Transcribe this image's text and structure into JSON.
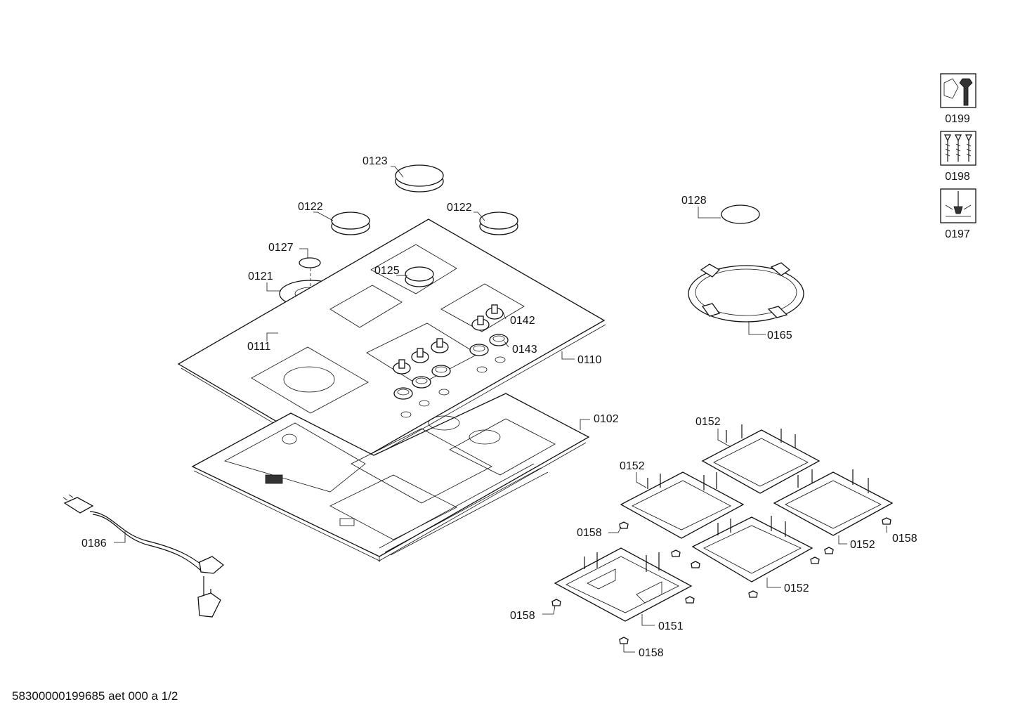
{
  "footer_code": "58300000199685 aet 000 a 1/2",
  "legend_icons": [
    {
      "icon": "wrench-nut-icon",
      "label": "0199"
    },
    {
      "icon": "screws-icon",
      "label": "0198"
    },
    {
      "icon": "screwdriver-icon",
      "label": "0197"
    }
  ],
  "callouts": {
    "c0123": "0123",
    "c0122a": "0122",
    "c0122b": "0122",
    "c0127": "0127",
    "c0121": "0121",
    "c0125": "0125",
    "c0111": "0111",
    "c0142": "0142",
    "c0143": "0143",
    "c0110": "0110",
    "c0102": "0102",
    "c0186": "0186",
    "c0128": "0128",
    "c0165": "0165",
    "c0152a": "0152",
    "c0152b": "0152",
    "c0152c": "0152",
    "c0152d": "0152",
    "c0158a": "0158",
    "c0158b": "0158",
    "c0158c": "0158",
    "c0158d": "0158",
    "c0151": "0151"
  }
}
